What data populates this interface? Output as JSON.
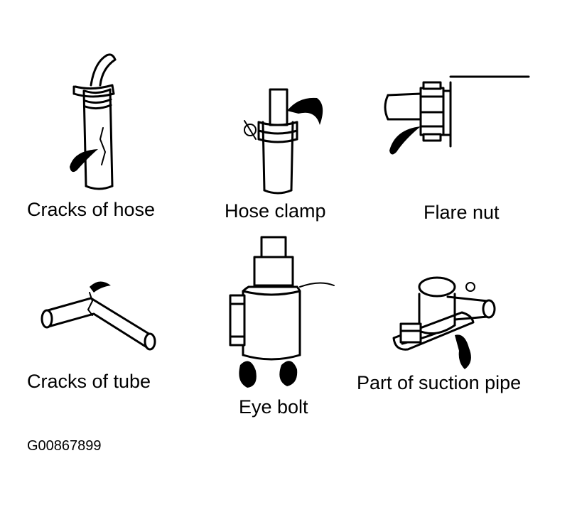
{
  "figure": {
    "items": [
      {
        "label": "Cracks of hose"
      },
      {
        "label": "Hose clamp"
      },
      {
        "label": "Flare nut"
      },
      {
        "label": "Cracks of tube"
      },
      {
        "label": "Eye bolt"
      },
      {
        "label": "Part of suction pipe"
      }
    ],
    "figure_code": "G00867899"
  }
}
